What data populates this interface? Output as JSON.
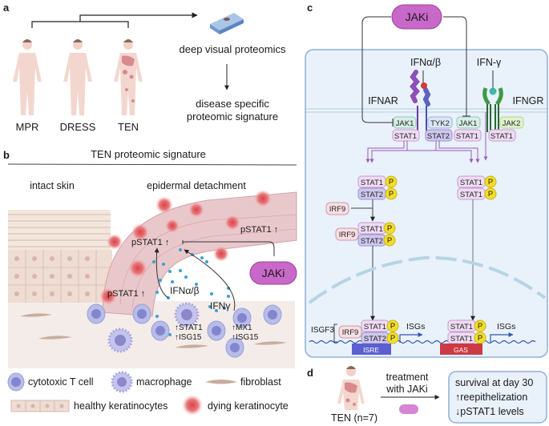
{
  "panels": {
    "a": {
      "label": "a",
      "patients": [
        {
          "label": "MPR"
        },
        {
          "label": "DRESS"
        },
        {
          "label": "TEN"
        }
      ],
      "method": "deep visual proteomics",
      "result_line1": "disease specific",
      "result_line2": "proteomic signature"
    },
    "b": {
      "label": "b",
      "title": "TEN proteomic signature",
      "region_intact": "intact skin",
      "region_detached": "epidermal detachment",
      "pstat_labels": [
        "pSTAT1 ↑",
        "pSTAT1 ↑",
        "pSTAT1 ↑"
      ],
      "cytokine_ifnab": "IFNα/β",
      "cytokine_ifng": "IFNγ",
      "macrophage_markers": [
        "↑STAT1",
        "↑ISG15"
      ],
      "tcell_markers": [
        "↑MX1",
        "↑ISG15"
      ],
      "inhibitor": "JAKi",
      "legend": [
        {
          "icon": "t-cell-icon",
          "label": "cytotoxic T cell"
        },
        {
          "icon": "macrophage-icon",
          "label": "macrophage"
        },
        {
          "icon": "fibroblast-icon",
          "label": "fibroblast"
        },
        {
          "icon": "healthy-keratinocyte-icon",
          "label": "healthy keratinocytes"
        },
        {
          "icon": "dying-keratinocyte-icon",
          "label": "dying keratinocyte"
        }
      ]
    },
    "c": {
      "label": "c",
      "inhibitor": "JAKi",
      "ligand_left": "IFNα/β",
      "ligand_right": "IFN-γ",
      "receptor_left": "IFNAR",
      "receptor_right": "IFNGR",
      "kinases": [
        "JAK1",
        "TYK2",
        "JAK1",
        "JAK2"
      ],
      "stats_top": [
        "STAT1",
        "STAT2",
        "STAT1",
        "STAT1"
      ],
      "dimer_left": [
        "STAT1",
        "STAT2"
      ],
      "dimer_right": [
        "STAT1",
        "STAT1"
      ],
      "phospho": "P",
      "irf9": "IRF9",
      "isgf3": "ISGF3",
      "isre": "ISRE",
      "gas": "GAS",
      "isgs": "ISGs"
    },
    "d": {
      "label": "d",
      "patient": "TEN (n=7)",
      "treatment_line1": "treatment",
      "treatment_line2": "with JAKi",
      "outcomes": [
        "survival at day 30",
        "↑reepithelization",
        "↓pSTAT1 levels"
      ]
    }
  },
  "colors": {
    "jaki": "#c868c8",
    "cell_bg": "#e9f1fb",
    "cell_border": "#8fb0d8",
    "stat1": "#efdcf3",
    "stat2": "#cfc8ee",
    "jak": "#d7efe6",
    "jak2": "#e2f3cf",
    "irf9": "#f7dfe3",
    "phospho": "#f2de2a",
    "isre": "#5c5fd0",
    "gas": "#cc3a44"
  }
}
